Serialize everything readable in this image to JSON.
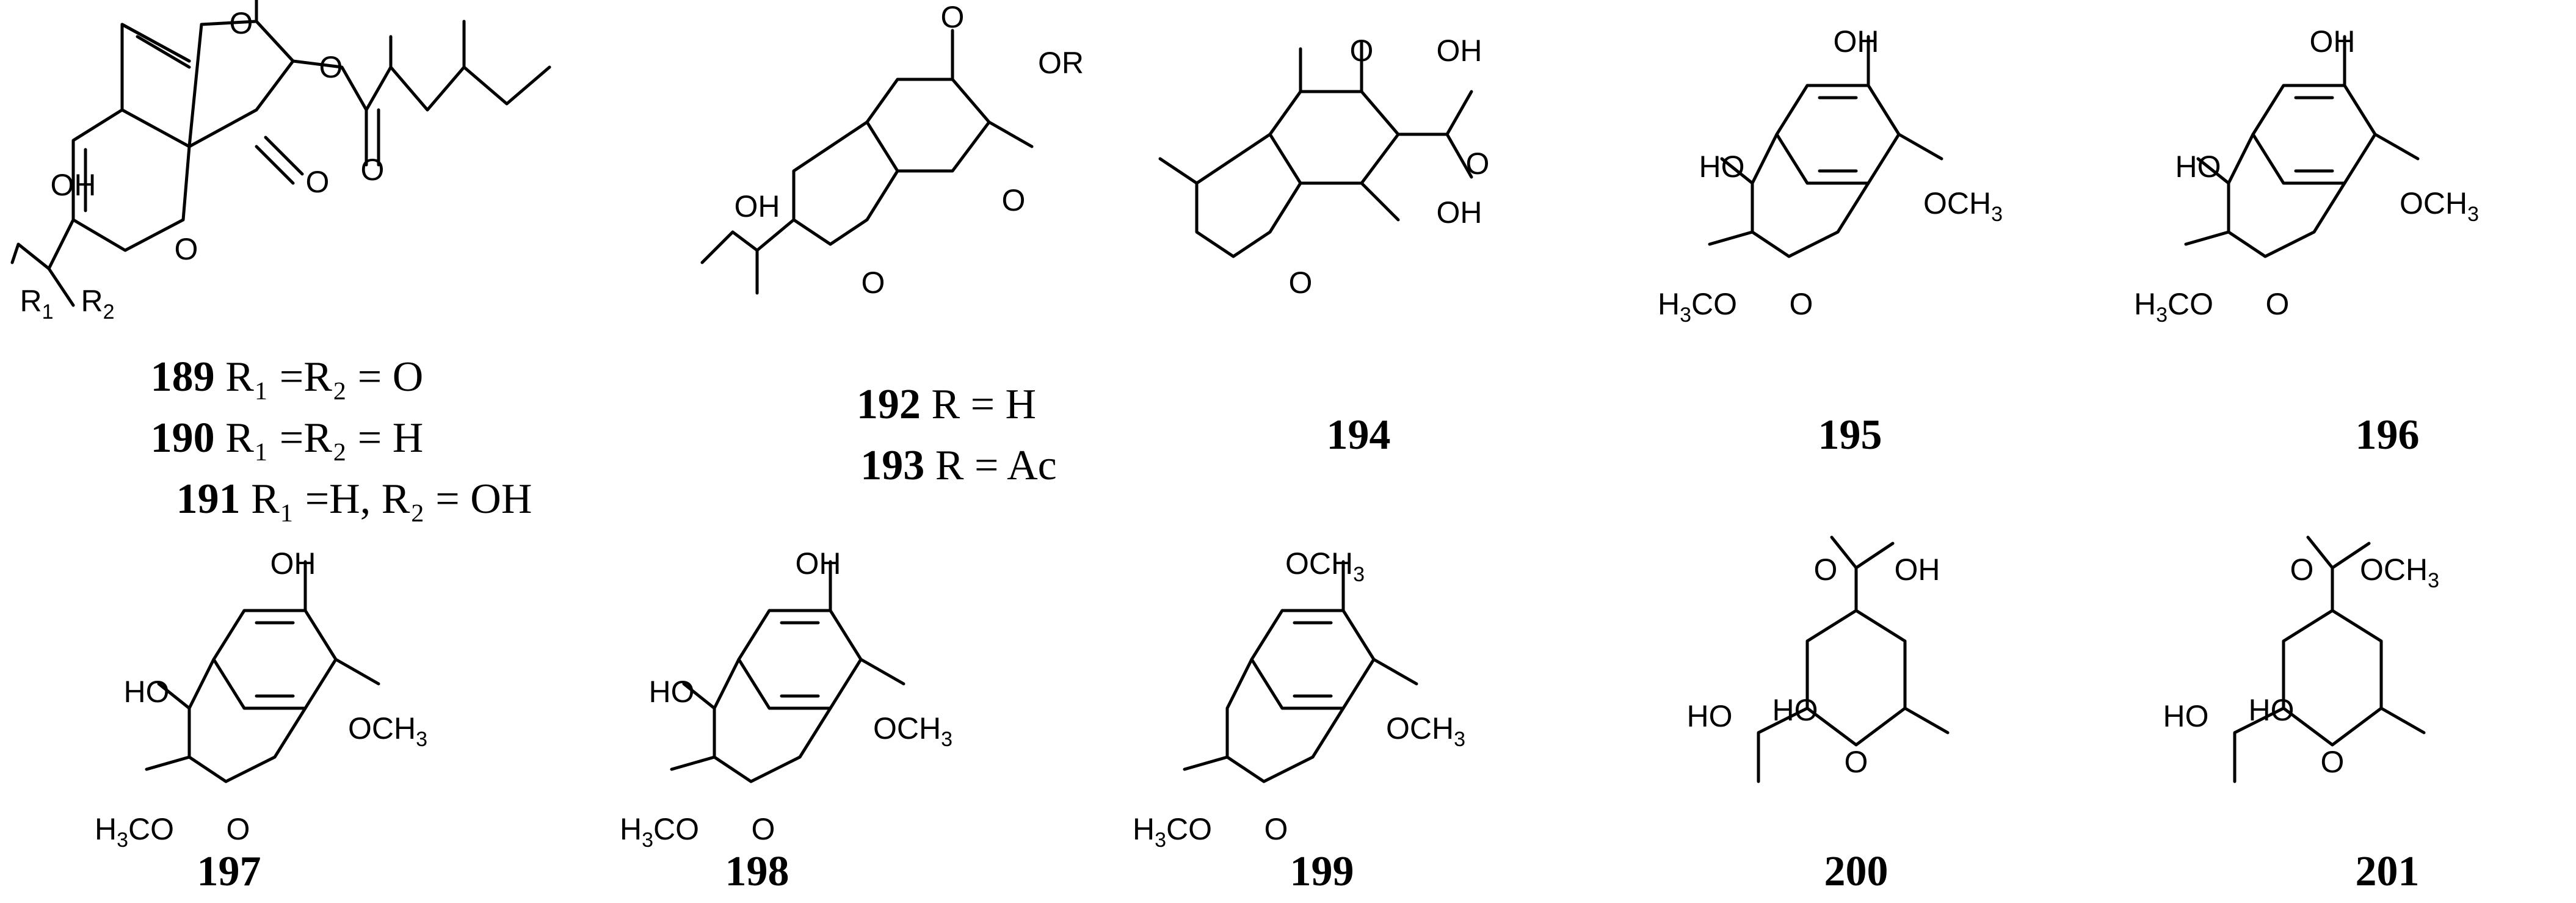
{
  "compounds": {
    "c189": {
      "num": "189",
      "lines": [
        {
          "num": "189",
          "text": " R₁ =R₂ = O"
        },
        {
          "num": "190",
          "text": " R₁ =R₂ = H"
        },
        {
          "num": "191",
          "text": " R₁ =H, R₂ = OH"
        }
      ]
    },
    "c192": {
      "lines": [
        {
          "num": "192",
          "text": " R = H"
        },
        {
          "num": "193",
          "text": " R = Ac"
        }
      ]
    },
    "c194": {
      "num": "194"
    },
    "c195": {
      "num": "195"
    },
    "c196": {
      "num": "196"
    },
    "c197": {
      "num": "197"
    },
    "c198": {
      "num": "198"
    },
    "c199": {
      "num": "199"
    },
    "c200": {
      "num": "200"
    },
    "c201": {
      "num": "201"
    }
  },
  "atoms": {
    "O": "O",
    "OH": "OH",
    "HO": "HO",
    "OR": "OR",
    "R1": "R",
    "R1_sub": "1",
    "R2": "R",
    "R2_sub": "2",
    "OCH": "OCH",
    "H": "H",
    "CO": "CO",
    "three": "3"
  }
}
